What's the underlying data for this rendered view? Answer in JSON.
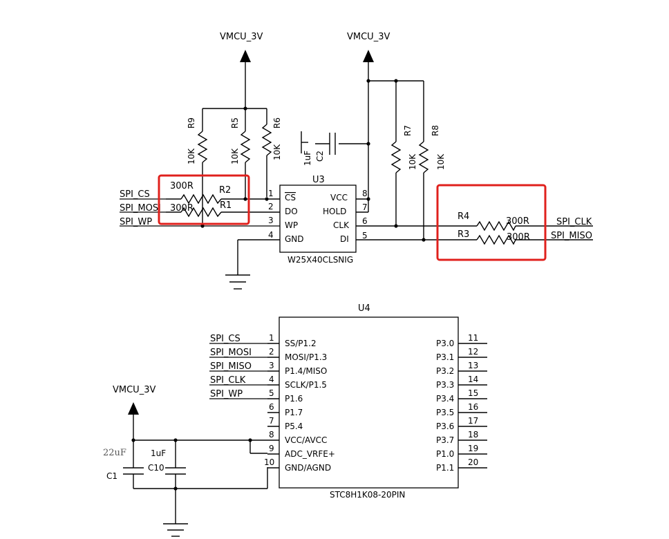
{
  "power": {
    "vmcu_top_left": "VMCU_3V",
    "vmcu_top_right": "VMCU_3V",
    "vmcu_bottom": "VMCU_3V"
  },
  "u3": {
    "ref": "U3",
    "part": "W25X40CLSNIG",
    "left_pins": [
      {
        "num": "1",
        "name": "CS"
      },
      {
        "num": "2",
        "name": "DO"
      },
      {
        "num": "3",
        "name": "WP"
      },
      {
        "num": "4",
        "name": "GND"
      }
    ],
    "right_pins": [
      {
        "num": "8",
        "name": "VCC"
      },
      {
        "num": "7",
        "name": "HOLD"
      },
      {
        "num": "6",
        "name": "CLK"
      },
      {
        "num": "5",
        "name": "DI"
      }
    ]
  },
  "resistors": {
    "r9": {
      "ref": "R9",
      "value": "10K"
    },
    "r5": {
      "ref": "R5",
      "value": "10K"
    },
    "r6": {
      "ref": "R6",
      "value": "10K"
    },
    "r7": {
      "ref": "R7",
      "value": "10K"
    },
    "r8": {
      "ref": "R8",
      "value": "10K"
    },
    "r2": {
      "ref": "R2",
      "value": "300R"
    },
    "r1": {
      "ref": "R1",
      "value": "300R"
    },
    "r4": {
      "ref": "R4",
      "value": "300R"
    },
    "r3": {
      "ref": "R3",
      "value": "300R"
    }
  },
  "capacitors": {
    "c2": {
      "ref": "C2",
      "value": "1uF"
    },
    "c1": {
      "ref": "C1",
      "value": "22uF"
    },
    "c10": {
      "ref": "C10",
      "value": "1uF"
    }
  },
  "nets_u3": {
    "spi_cs": "SPI_CS",
    "spi_mosi": "SPI_MOSI",
    "spi_wp": "SPI_WP",
    "spi_clk": "SPI_CLK",
    "spi_miso": "SPI_MISO"
  },
  "u4": {
    "ref": "U4",
    "part": "STC8H1K08-20PIN",
    "left_pins": [
      {
        "num": "1",
        "name": "SS/P1.2",
        "net": "SPI_CS"
      },
      {
        "num": "2",
        "name": "MOSI/P1.3",
        "net": "SPI_MOSI"
      },
      {
        "num": "3",
        "name": "P1.4/MISO",
        "net": "SPI_MISO"
      },
      {
        "num": "4",
        "name": "SCLK/P1.5",
        "net": "SPI_CLK"
      },
      {
        "num": "5",
        "name": "P1.6",
        "net": "SPI_WP"
      },
      {
        "num": "6",
        "name": "P1.7",
        "net": ""
      },
      {
        "num": "7",
        "name": "P5.4",
        "net": ""
      },
      {
        "num": "8",
        "name": "VCC/AVCC",
        "net": ""
      },
      {
        "num": "9",
        "name": "ADC_VRFE+",
        "net": ""
      },
      {
        "num": "10",
        "name": "GND/AGND",
        "net": ""
      }
    ],
    "right_pins": [
      {
        "num": "11",
        "name": "P3.0"
      },
      {
        "num": "12",
        "name": "P3.1"
      },
      {
        "num": "13",
        "name": "P3.2"
      },
      {
        "num": "14",
        "name": "P3.3"
      },
      {
        "num": "15",
        "name": "P3.4"
      },
      {
        "num": "16",
        "name": "P3.5"
      },
      {
        "num": "17",
        "name": "P3.6"
      },
      {
        "num": "18",
        "name": "P3.7"
      },
      {
        "num": "19",
        "name": "P1.0"
      },
      {
        "num": "20",
        "name": "P1.1"
      }
    ]
  },
  "colors": {
    "wire": "#000000",
    "highlight": "#e0201c",
    "background": "#ffffff"
  }
}
